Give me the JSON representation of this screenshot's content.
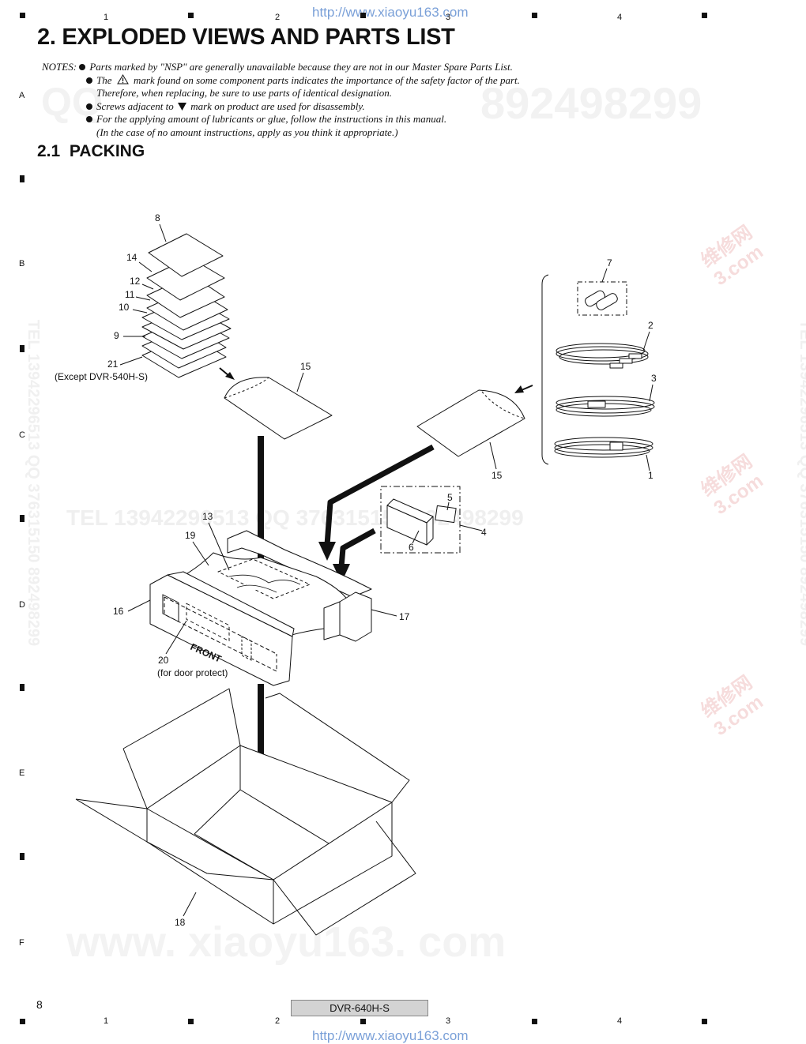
{
  "header": {
    "url": "http://www.xiaoyu163.com",
    "col_numbers": [
      "1",
      "2",
      "3",
      "4"
    ]
  },
  "row_letters": [
    "A",
    "B",
    "C",
    "D",
    "E",
    "F"
  ],
  "title": "2. EXPLODED VIEWS AND PARTS LIST",
  "notes": {
    "label": "NOTES:",
    "items": [
      "Parts marked by \"NSP\" are generally unavailable because they are not in our Master Spare Parts List.",
      "The",
      "mark found on some component parts indicates the importance of the safety factor of the part.",
      "Therefore, when replacing, be sure to use parts of identical designation.",
      "Screws adjacent to",
      "mark on product are used for disassembly.",
      "For the applying amount of lubricants or glue, follow the instructions in this manual.",
      "(In the case of no amount instructions, apply as you think it appropriate.)"
    ]
  },
  "section": {
    "number": "2.1",
    "title": "PACKING"
  },
  "watermarks": {
    "qq_left": "QQ",
    "qq_right": "892498299",
    "tel_line": "TEL  13942296513    QQ  376315150  892498299",
    "vertical": "TEL 13942296513 QQ 376315150 892498299",
    "site_bottom": "www. xiaoyu163. com",
    "cn_site": "维修网",
    "cn_domain": "3.com"
  },
  "callouts": {
    "c8": "8",
    "c14": "14",
    "c12": "12",
    "c11": "11",
    "c10": "10",
    "c9": "9",
    "c21": "21",
    "c21_note": "(Except DVR-540H-S)",
    "c15a": "15",
    "c15b": "15",
    "c7": "7",
    "c2": "2",
    "c3": "3",
    "c1": "1",
    "c5": "5",
    "c4": "4",
    "c6": "6",
    "c13": "13",
    "c19": "19",
    "c16": "16",
    "c17": "17",
    "c20": "20",
    "c20_note": "(for door protect)",
    "front": "FRONT",
    "c18": "18"
  },
  "footer": {
    "page": "8",
    "model": "DVR-640H-S",
    "url": "http://www.xiaoyu163.com"
  }
}
